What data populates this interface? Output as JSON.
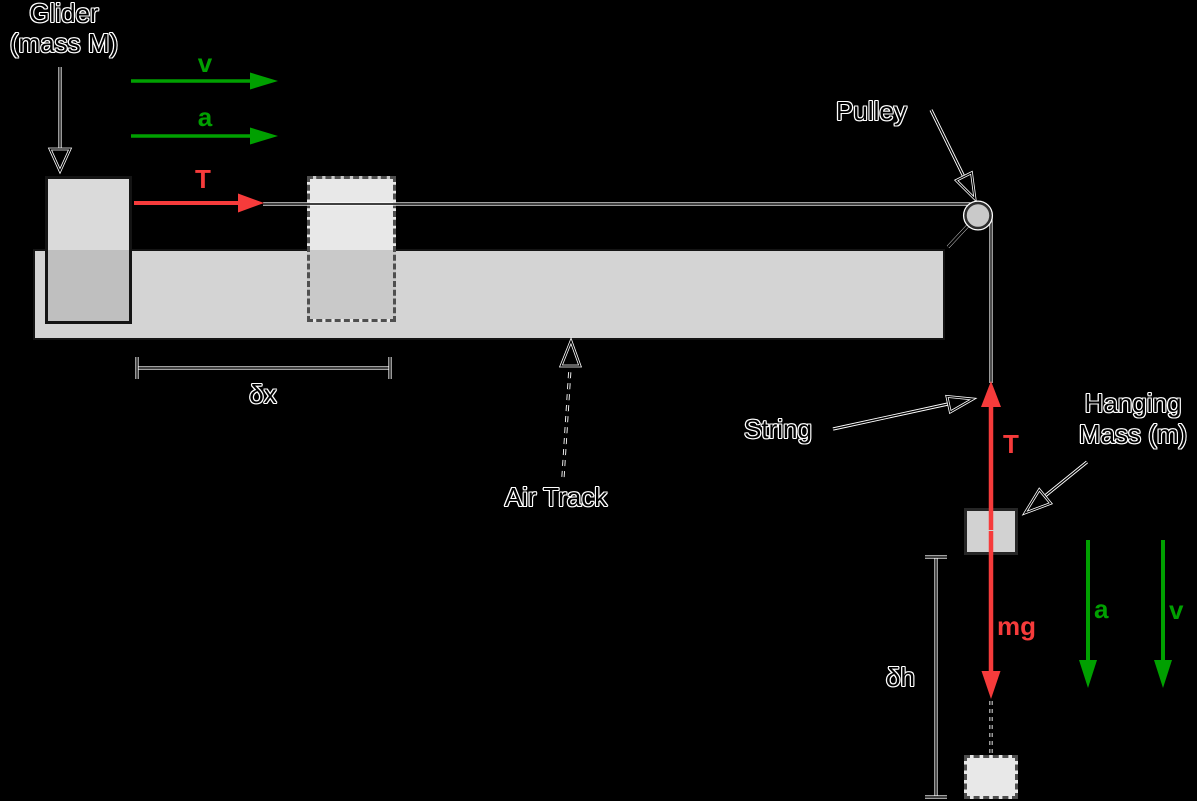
{
  "labels": {
    "glider": {
      "line1": "Glider",
      "line2": "(mass M)"
    },
    "pulley": "Pulley",
    "air_track": "Air Track",
    "string": "String",
    "hanging_mass": {
      "line1": "Hanging",
      "line2": "Mass (m)"
    },
    "delta_x": "δx",
    "delta_h": "δh"
  },
  "vectors": {
    "glider_velocity": {
      "label": "v",
      "direction": "right",
      "color": "#00a000"
    },
    "glider_acceleration": {
      "label": "a",
      "direction": "right",
      "color": "#00a000"
    },
    "glider_tension": {
      "label": "T",
      "direction": "right",
      "color": "#f63b3b"
    },
    "hanging_tension": {
      "label": "T",
      "direction": "up",
      "color": "#f63b3b"
    },
    "hanging_weight": {
      "label": "mg",
      "direction": "down",
      "color": "#f63b3b"
    },
    "hanging_acceleration": {
      "label": "a",
      "direction": "down",
      "color": "#00a000"
    },
    "hanging_velocity": {
      "label": "v",
      "direction": "down",
      "color": "#00a000"
    }
  },
  "colors": {
    "background": "#000000",
    "kinematics_green": "#00a000",
    "force_red": "#f63b3b",
    "track_fill": "#d4d4d4",
    "glider_fill": "#dadada",
    "glider_overlap_fill": "#bfbfbf",
    "ghost_fill": "#e8e8e8",
    "hanging_mass_fill": "#d2d2d2",
    "pulley_fill": "#c9c9c9",
    "ghost_outline": "#4f4f4f"
  }
}
